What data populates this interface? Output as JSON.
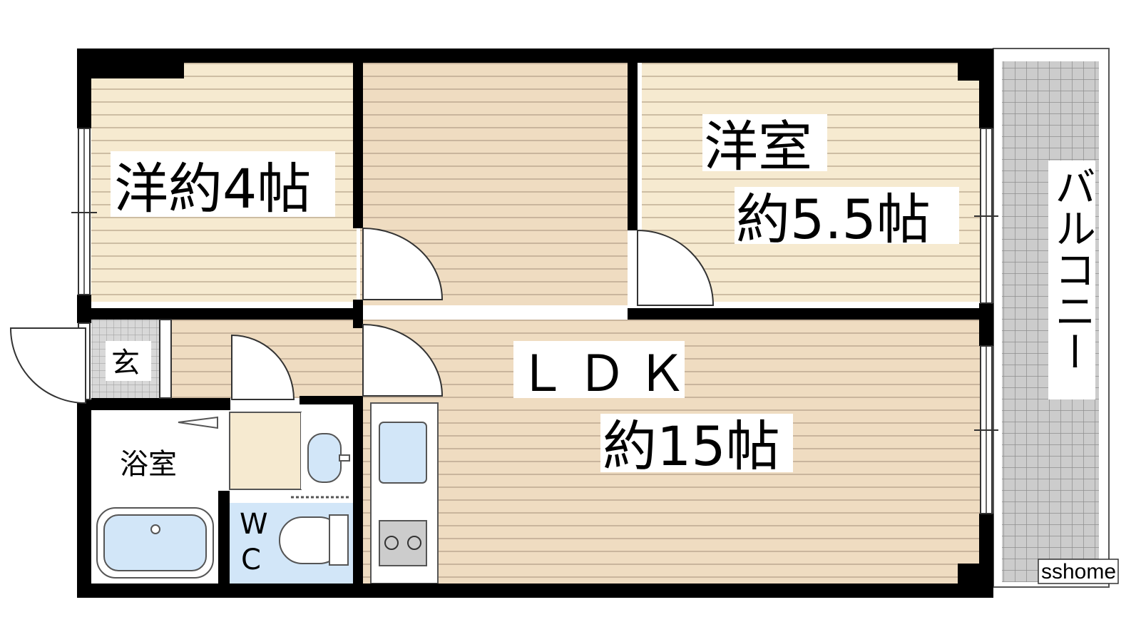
{
  "rooms": {
    "western_4": {
      "label": "洋約4帖"
    },
    "western_55": {
      "label_line1": "洋室",
      "label_line2": "約5.5帖"
    },
    "ldk": {
      "label_line1": "ＬＤＫ",
      "label_line2": "約15帖"
    },
    "entrance": {
      "label": "玄"
    },
    "bathroom": {
      "label": "浴室"
    },
    "wc": {
      "label_line1": "W",
      "label_line2": "C"
    },
    "balcony": {
      "label": "バルコニー"
    }
  },
  "watermark": {
    "text": "sshome"
  },
  "colors": {
    "floor_wood": "#efdcc1",
    "floor_light": "#f6ead0",
    "floor_line": "#c8b49c",
    "wall": "#000000",
    "balcony_tile": "#cccccc",
    "fixture_blue": "#d2e6f8"
  }
}
